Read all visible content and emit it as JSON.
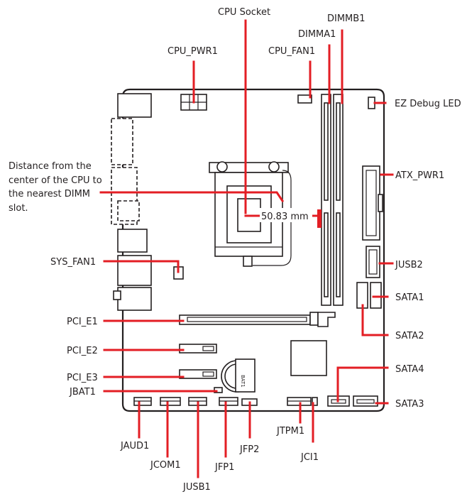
{
  "labels": {
    "cpu_socket": "CPU Socket",
    "dimmb1": "DIMMB1",
    "dimma1": "DIMMA1",
    "cpu_pwr1": "CPU_PWR1",
    "cpu_fan1": "CPU_FAN1",
    "ez_debug_led": "EZ Debug LED",
    "atx_pwr1": "ATX_PWR1",
    "jusb2": "JUSB2",
    "sata1": "SATA1",
    "sata2": "SATA2",
    "sata4": "SATA4",
    "sata3": "SATA3",
    "sys_fan1": "SYS_FAN1",
    "pci_e1": "PCI_E1",
    "pci_e2": "PCI_E2",
    "pci_e3": "PCI_E3",
    "jbat1": "JBAT1",
    "jaud1": "JAUD1",
    "jcom1": "JCOM1",
    "jusb1": "JUSB1",
    "jfp1": "JFP1",
    "jfp2": "JFP2",
    "jtpm1": "JTPM1",
    "jci1": "JCI1",
    "battery": "BAT1"
  },
  "distance_note": {
    "line1": "Distance from the",
    "line2": "center of the CPU to",
    "line3": "the nearest DIMM",
    "line4": "slot."
  },
  "measurement": "50.83 mm",
  "colors": {
    "accent": "#e31e24",
    "outline": "#231f20"
  }
}
